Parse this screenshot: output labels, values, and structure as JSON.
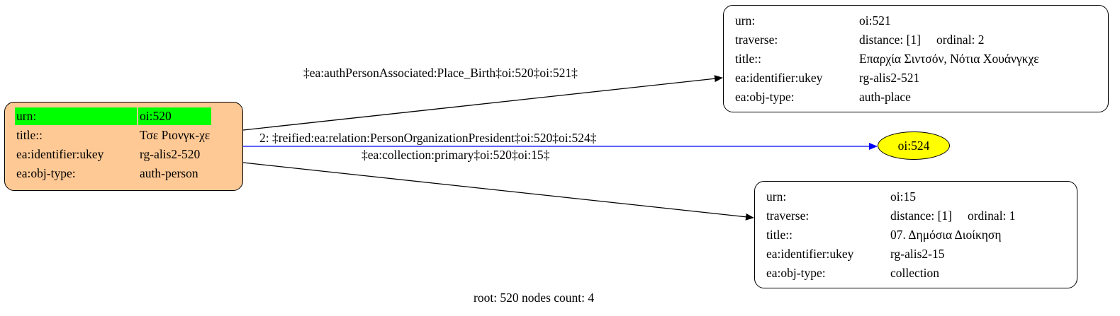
{
  "nodes": {
    "root": {
      "rows": [
        {
          "key": "urn:",
          "value": "oi:520"
        },
        {
          "key": "title::",
          "value": "Τσε Ριονγκ-χε"
        },
        {
          "key": "ea:identifier:ukey",
          "value": "rg-alis2-520"
        },
        {
          "key": "ea:obj-type:",
          "value": "auth-person"
        }
      ],
      "fill": "#ffc995",
      "highlight": "#00ff00"
    },
    "n521": {
      "urn_key": "urn:",
      "urn": "oi:521",
      "traverse_key": "traverse:",
      "distance": "distance: [1]",
      "ordinal": "ordinal: 2",
      "title_key": "title::",
      "title": "Επαρχία Σιντσόν, Νότια Χουάνγκχε",
      "ukey_key": "ea:identifier:ukey",
      "ukey": "rg-alis2-521",
      "type_key": "ea:obj-type:",
      "type": "auth-place"
    },
    "n15": {
      "urn_key": "urn:",
      "urn": "oi:15",
      "traverse_key": "traverse:",
      "distance": "distance: [1]",
      "ordinal": "ordinal: 1",
      "title_key": "title::",
      "title": "07. Δημόσια Διοίκηση",
      "ukey_key": "ea:identifier:ukey",
      "ukey": "rg-alis2-15",
      "type_key": "ea:obj-type:",
      "type": "collection"
    },
    "n524": {
      "label": "oi:524",
      "fill": "#ffff00"
    }
  },
  "edges": {
    "to_521": "‡ea:authPersonAssociated:Place_Birth‡oi:520‡oi:521‡",
    "to_524": "2: ‡reified:ea:relation:PersonOrganizationPresident‡oi:520‡oi:524‡",
    "to_15": "‡ea:collection:primary‡oi:520‡oi:15‡",
    "reified_color": "#0000ff"
  },
  "footer": "root: 520 nodes count: 4"
}
